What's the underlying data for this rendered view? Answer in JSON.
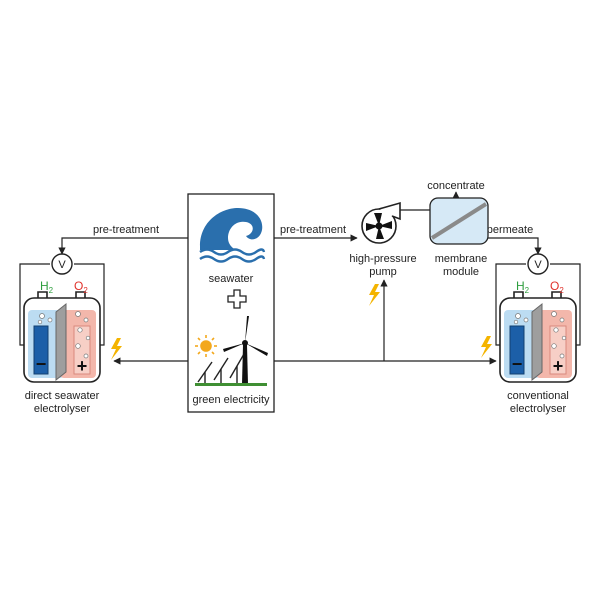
{
  "labels": {
    "pretreatment_left": "pre-treatment",
    "pretreatment_right": "pre-treatment",
    "seawater": "seawater",
    "green_electricity": "green electricity",
    "concentrate": "concentrate",
    "high_pressure_pump_1": "high-pressure",
    "high_pressure_pump_2": "pump",
    "membrane_module_1": "membrane",
    "membrane_module_2": "module",
    "permeate": "permeate",
    "direct_electrolyser_1": "direct seawater",
    "direct_electrolyser_2": "electrolyser",
    "conventional_electrolyser_1": "conventional",
    "conventional_electrolyser_2": "electrolyser",
    "voltmeter": "V",
    "h2_symbol": "H",
    "h2_subscript": "2",
    "o2_symbol": "O",
    "o2_subscript": "2",
    "minus": "−",
    "plus": "+"
  },
  "colors": {
    "hydrogen_label": "#2e9e3e",
    "oxygen_label": "#e0312b",
    "cathode": "#1c5fa8",
    "cathode_electrolyte": "#bcdcf2",
    "anode_electrolyte": "#f3b7ab",
    "membrane": "#9e9e9e",
    "lightning": "#f4b400",
    "water": "#2a6fad",
    "ground": "#3f8f33",
    "sun": "#f3a81d",
    "module_fill": "#d6e9f6"
  },
  "icons": [
    "wave-icon",
    "wind-turbine-icon",
    "sun-icon",
    "solar-panel-icon",
    "pump-icon",
    "lightning-icon",
    "plus-icon",
    "voltmeter-icon"
  ]
}
